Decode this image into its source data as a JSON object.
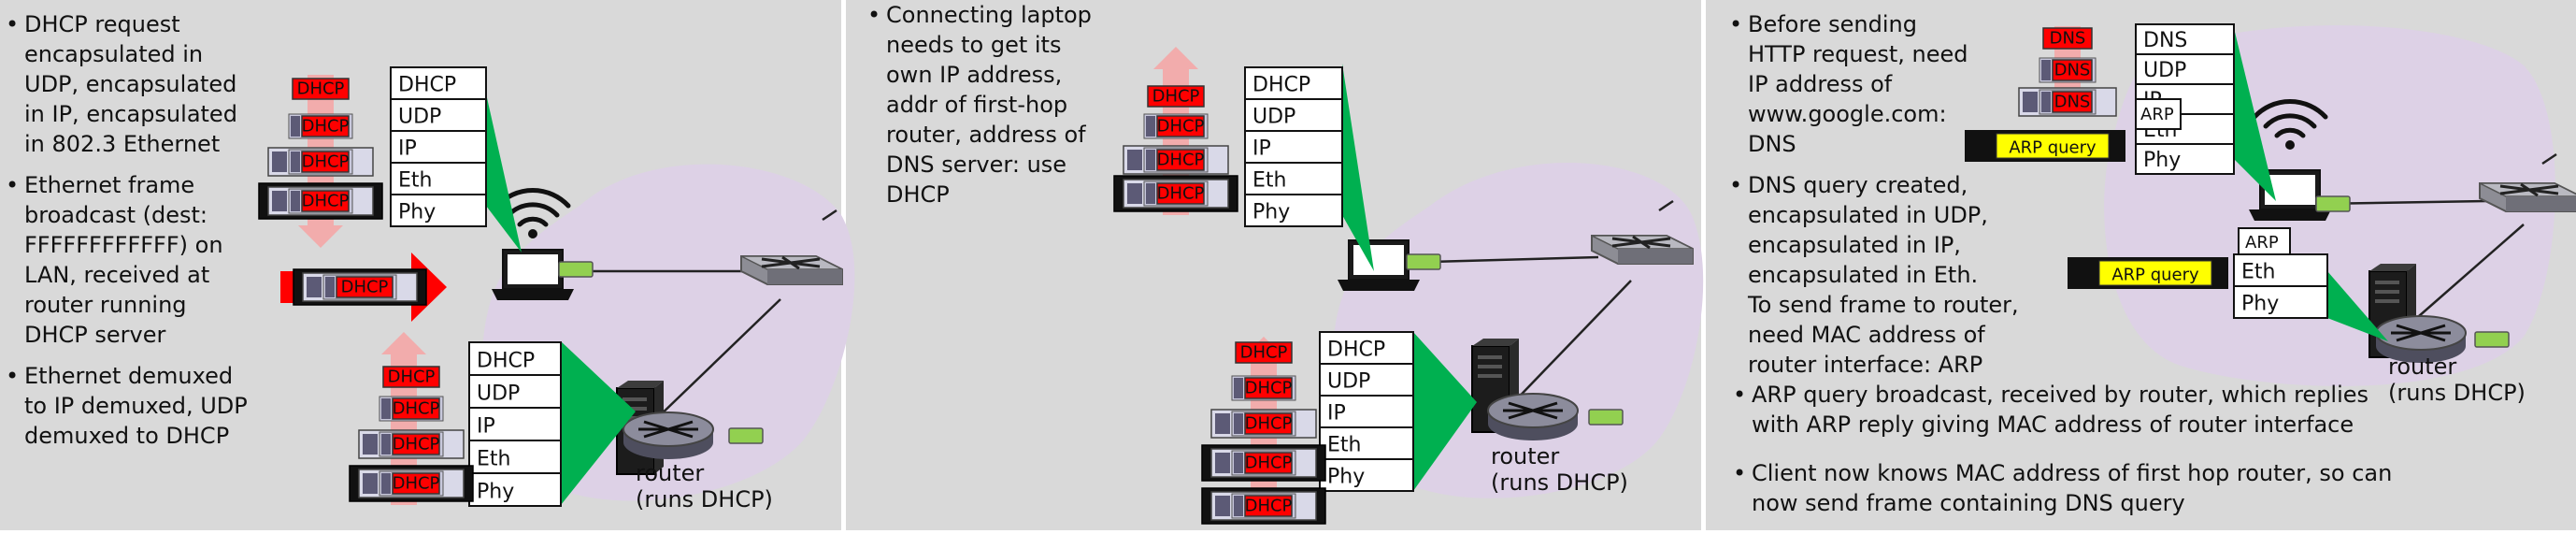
{
  "colors": {
    "panel_bg": "#d9d9d9",
    "blob": "#ddd1e6",
    "green": "#00b050",
    "red": "#ff0000",
    "yellow": "#ffff00",
    "frame_dark": "#111111",
    "frame_mid": "#5c5a76",
    "arrow_pink": "#f4a6a6"
  },
  "icons": [
    "wifi-icon",
    "laptop-icon",
    "switch-icon",
    "router-icon",
    "server-icon"
  ],
  "stack": {
    "dhcp": [
      "DHCP",
      "UDP",
      "IP",
      "Eth",
      "Phy"
    ],
    "dns": [
      "DNS",
      "UDP",
      "IP",
      "Eth",
      "Phy"
    ],
    "arp": [
      "Eth",
      "Phy"
    ]
  },
  "labels": {
    "dhcp": "DHCP",
    "dns": "DNS",
    "arp": "ARP",
    "arp_query": "ARP query",
    "router": "router",
    "runs_dhcp": "(runs DHCP)"
  },
  "panel1": {
    "bullets": [
      [
        "DHCP request",
        "encapsulated in",
        "UDP, encapsulated",
        "in IP, encapsulated",
        "in 802.3 Ethernet"
      ],
      [
        "Ethernet frame",
        "broadcast (dest:",
        "FFFFFFFFFFFF) on",
        "LAN, received at",
        "router running",
        "DHCP server"
      ],
      [
        "Ethernet demuxed",
        "to IP demuxed, UDP",
        "demuxed to DHCP"
      ]
    ]
  },
  "panel2": {
    "bullets": [
      [
        "Connecting laptop",
        "needs to get its",
        "own IP address,",
        "addr of first-hop",
        "router, address of",
        "DNS server: use",
        "DHCP"
      ]
    ]
  },
  "panel3": {
    "bullets_left": [
      [
        "Before sending",
        "HTTP request, need",
        "IP address of",
        "www.google.com:",
        "DNS"
      ],
      [
        "DNS query created,",
        "encapsulated in UDP,",
        "encapsulated in IP,",
        "encapsulated in Eth.",
        "To send frame to router,",
        "need MAC address of",
        "router interface: ARP"
      ]
    ],
    "bullets_bottom": [
      [
        "ARP query broadcast, received by router, which replies",
        "with ARP reply giving MAC address of router interface"
      ],
      [
        "Client now knows MAC address of first hop router, so can",
        "now send frame containing DNS query"
      ]
    ]
  }
}
